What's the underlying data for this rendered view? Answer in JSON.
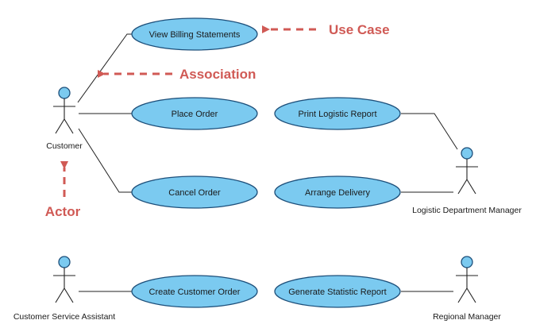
{
  "use_cases": {
    "view_billing": "View Billing Statements",
    "place_order": "Place Order",
    "cancel_order": "Cancel Order",
    "print_logistic": "Print Logistic Report",
    "arrange_delivery": "Arrange Delivery",
    "create_customer_order": "Create Customer Order",
    "generate_statistic": "Generate Statistic Report"
  },
  "actors": {
    "customer": "Customer",
    "logistic_manager": "Logistic Department Manager",
    "service_assistant": "Customer Service Assistant",
    "regional_manager": "Regional Manager"
  },
  "annotations": {
    "use_case": "Use Case",
    "association": "Association",
    "actor": "Actor"
  },
  "colors": {
    "use_case_fill": "#7bcaf0",
    "use_case_stroke": "#1d4f7a",
    "annotation": "#d05a55"
  }
}
